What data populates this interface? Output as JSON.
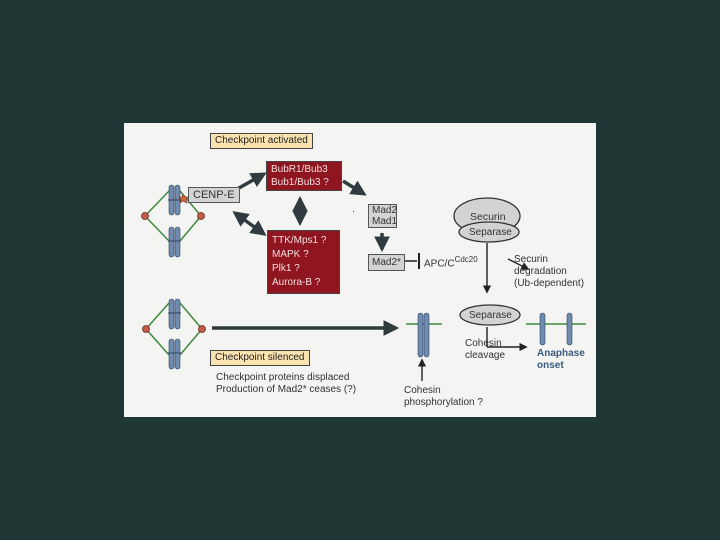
{
  "checkpoint_activated": "Checkpoint activated",
  "checkpoint_silenced": "Checkpoint silenced",
  "cenp_e": "CENP-E",
  "bub_top": "BubR1/Bub3",
  "bub_bottom": "Bub1/Bub3 ?",
  "kinases": [
    "TTK/Mps1 ?",
    "MAPK ?",
    "Plk1 ?",
    "Aurora-B ?"
  ],
  "mad2": "Mad2",
  "mad1": "Mad1",
  "mad2_star": "Mad2*",
  "apc_base": "APC/C",
  "apc_sup": "Cdc20",
  "securin": "Securin",
  "separase": "Separase",
  "separase_free": "Separase",
  "securin_degradation": [
    "Securin",
    "degradation",
    "(Ub-dependent)"
  ],
  "cohesin_cleavage": [
    "Cohesin",
    "cleavage"
  ],
  "anaphase_onset": [
    "Anaphase",
    "onset"
  ],
  "silenced_notes": [
    "Checkpoint proteins displaced",
    "Production of Mad2* ceases (?)"
  ],
  "cohesin_phosphorylation": [
    "Cohesin",
    "phosphorylation ?"
  ],
  "colors": {
    "slide_background": "#1e3634",
    "panel": "#f4f4f2",
    "tag_fill": "#fbe3b0",
    "kinase_red": "#8f1520",
    "arrow": "#2f3b3e",
    "chromosome_blue": "#6f8cb0",
    "spindle_green": "#3d8a3d",
    "pole_red": "#c65a48",
    "anaphase_text": "#3a5a7e"
  }
}
